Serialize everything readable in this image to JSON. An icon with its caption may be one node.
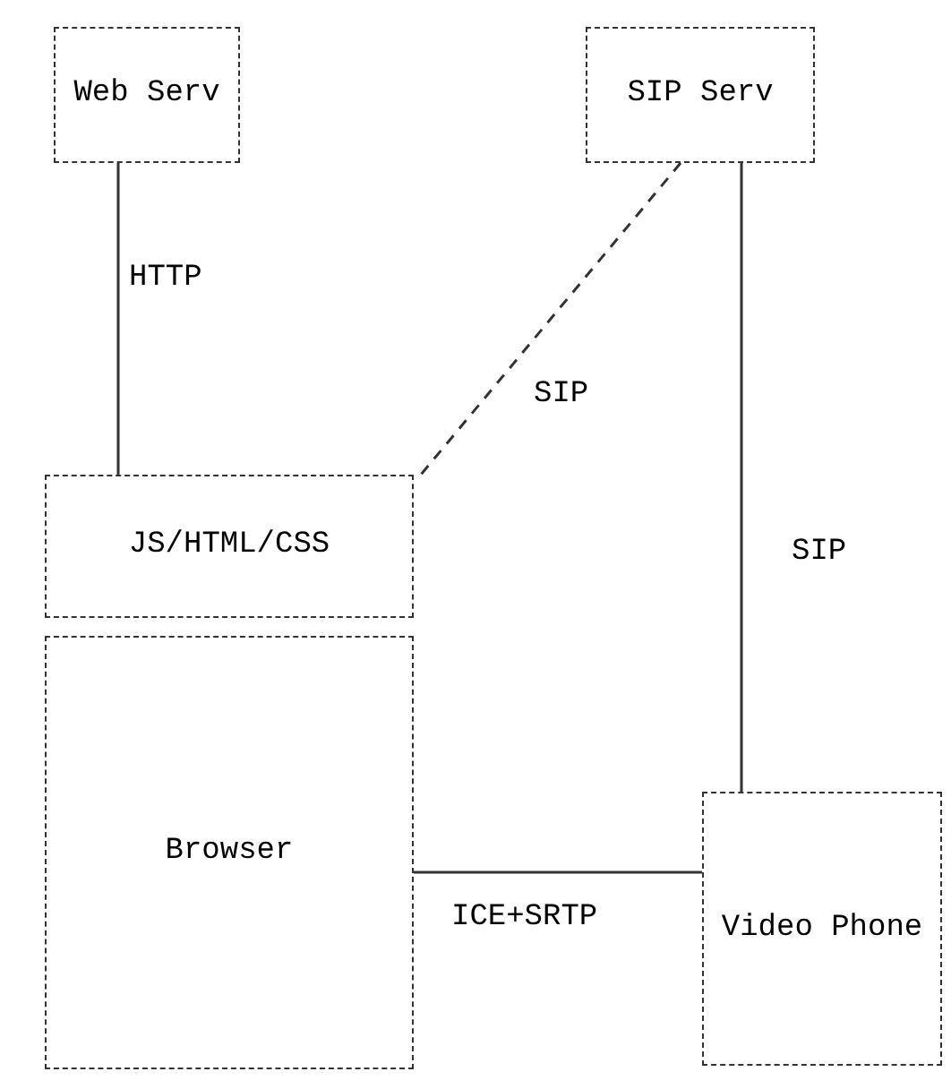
{
  "diagram": {
    "nodes": [
      {
        "text": [
          "Web Serv"
        ]
      },
      {
        "text": [
          "SIP Serv"
        ]
      },
      {
        "text": [
          "JS/HTML/CSS"
        ]
      },
      {
        "text": [
          "Browser"
        ]
      },
      {
        "text": [
          "Video Phone"
        ]
      }
    ],
    "edges": [
      {
        "from": 0,
        "to": 2,
        "arrow": "none",
        "label": "HTTP"
      },
      {
        "from": 1,
        "to": 2,
        "arrow": "none",
        "label": "SIP",
        "style": "dashed"
      },
      {
        "from": 1,
        "to": 4,
        "arrow": "none",
        "label": "SIP"
      },
      {
        "from": 3,
        "to": 4,
        "arrow": "none",
        "label": "ICE+SRTP"
      }
    ]
  }
}
